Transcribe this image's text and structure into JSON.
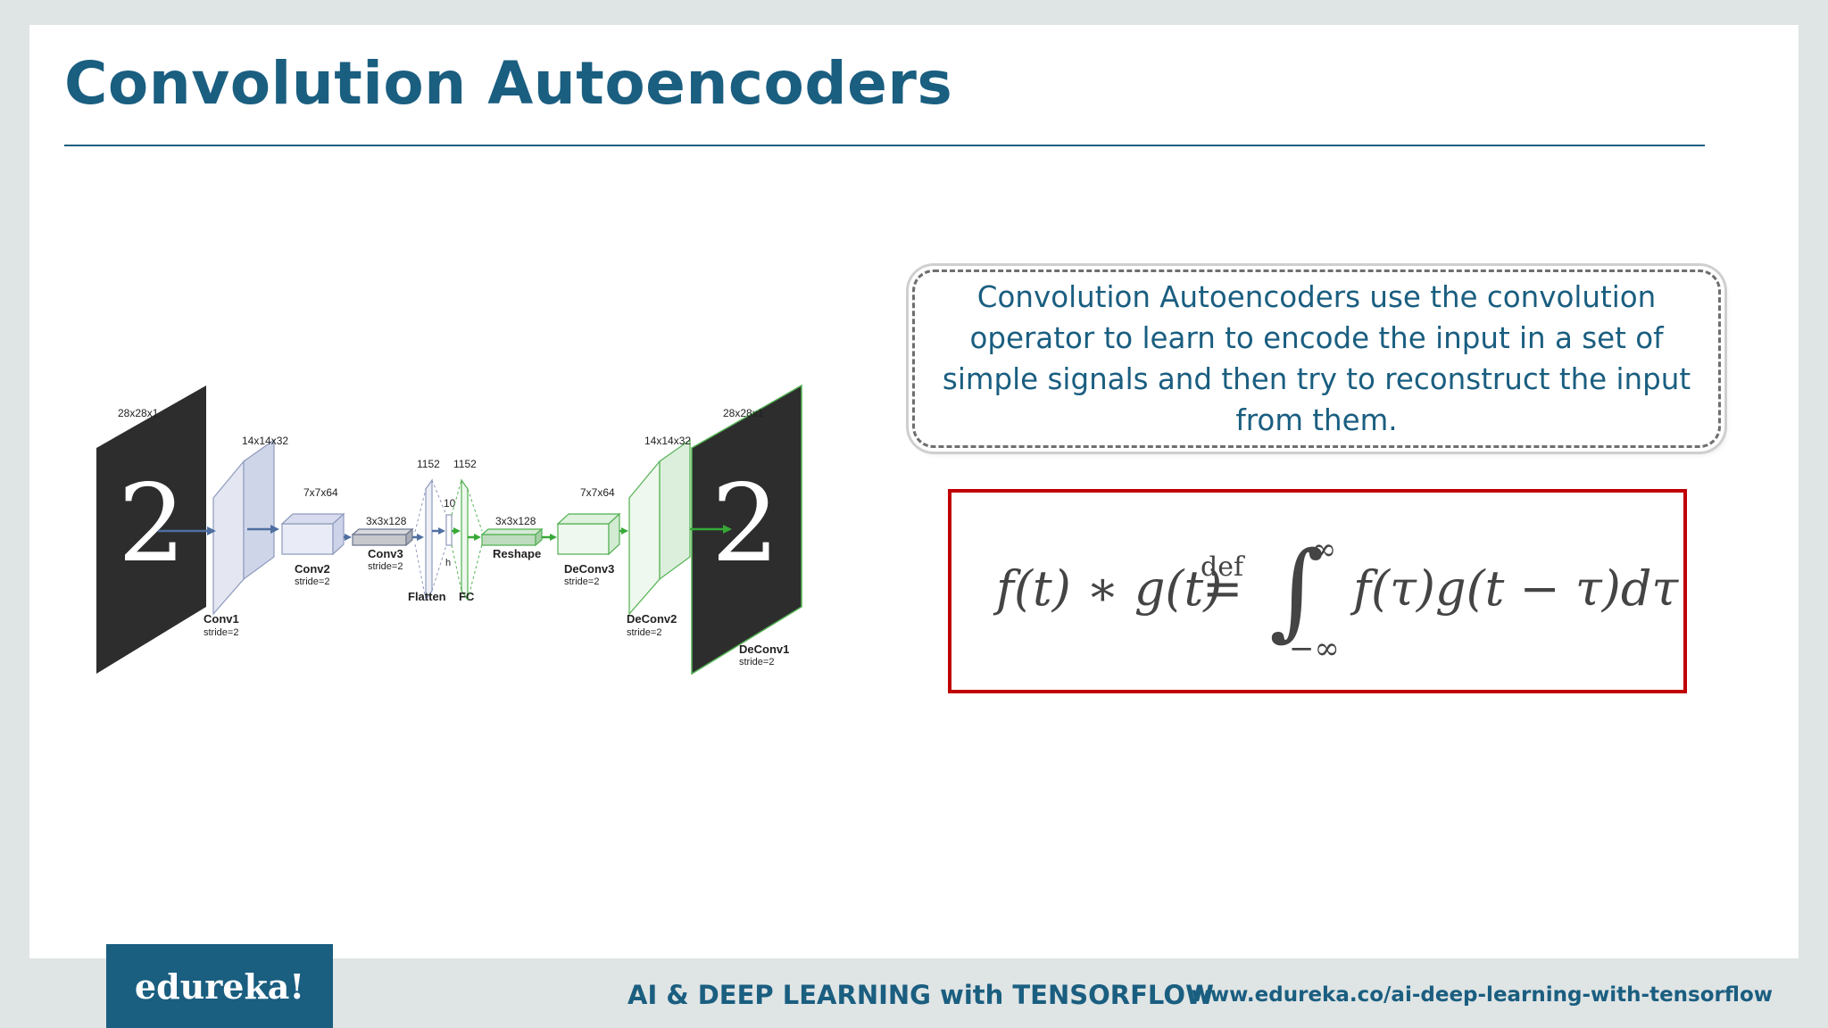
{
  "slide": {
    "title": "Convolution Autoencoders",
    "description": "Convolution Autoencoders use the convolution operator to learn to encode the input in a set of simple signals and then try to reconstruct the input from them.",
    "colors": {
      "accent": "#1a5e80",
      "formula_border": "#c00000",
      "background": "#dfe4e4"
    }
  },
  "diagram": {
    "input_dim": "28x28x1",
    "input_digit": "2",
    "output_dim": "28x28x1",
    "output_digit": "2",
    "conv1": {
      "dim": "14x14x32",
      "name": "Conv1",
      "stride": "stride=2"
    },
    "conv2": {
      "dim": "7x7x64",
      "name": "Conv2",
      "stride": "stride=2"
    },
    "conv3": {
      "dim": "3x3x128",
      "name": "Conv3",
      "stride": "stride=2"
    },
    "flatten": {
      "dim": "1152",
      "name": "Flatten"
    },
    "bottleneck": {
      "dim": "10",
      "label": "h"
    },
    "fc": {
      "dim": "1152",
      "name": "FC"
    },
    "reshape": {
      "dim": "3x3x128",
      "name": "Reshape"
    },
    "deconv3": {
      "dim": "7x7x64",
      "name": "DeConv3",
      "stride": "stride=2"
    },
    "deconv2": {
      "dim": "14x14x32",
      "name": "DeConv2",
      "stride": "stride=2"
    },
    "deconv1": {
      "name": "DeConv1",
      "stride": "stride=2"
    }
  },
  "formula": {
    "lhs": "f(t) ∗ g(t)",
    "eq": "=",
    "def": "def",
    "integral": "∫",
    "upper": "∞",
    "lower": "−∞",
    "rhs": "f(τ)g(t − τ)dτ"
  },
  "footer": {
    "logo": "edureka!",
    "course": "AI & DEEP LEARNING with TENSORFLOW",
    "url": "www.edureka.co/ai-deep-learning-with-tensorflow"
  }
}
